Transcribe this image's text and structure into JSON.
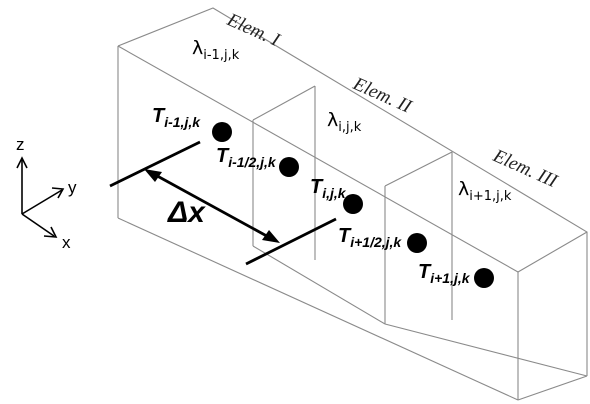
{
  "elements": [
    {
      "label": "Elem. I",
      "lambda_base": "λ",
      "lambda_sub": "i-1,j,k"
    },
    {
      "label": "Elem. II",
      "lambda_base": "λ",
      "lambda_sub": "i,j,k"
    },
    {
      "label": "Elem. III",
      "lambda_base": "λ",
      "lambda_sub": "i+1,j,k"
    }
  ],
  "nodes": [
    {
      "base": "T",
      "sub": "i-1,j,k"
    },
    {
      "base": "T",
      "sub": "i-1/2,j,k"
    },
    {
      "base": "T",
      "sub": "i,j,k"
    },
    {
      "base": "T",
      "sub": "i+1/2,j,k"
    },
    {
      "base": "T",
      "sub": "i+1,j,k"
    }
  ],
  "spacing_label": "Δx",
  "axes": {
    "z": "z",
    "y": "y",
    "x": "x"
  }
}
